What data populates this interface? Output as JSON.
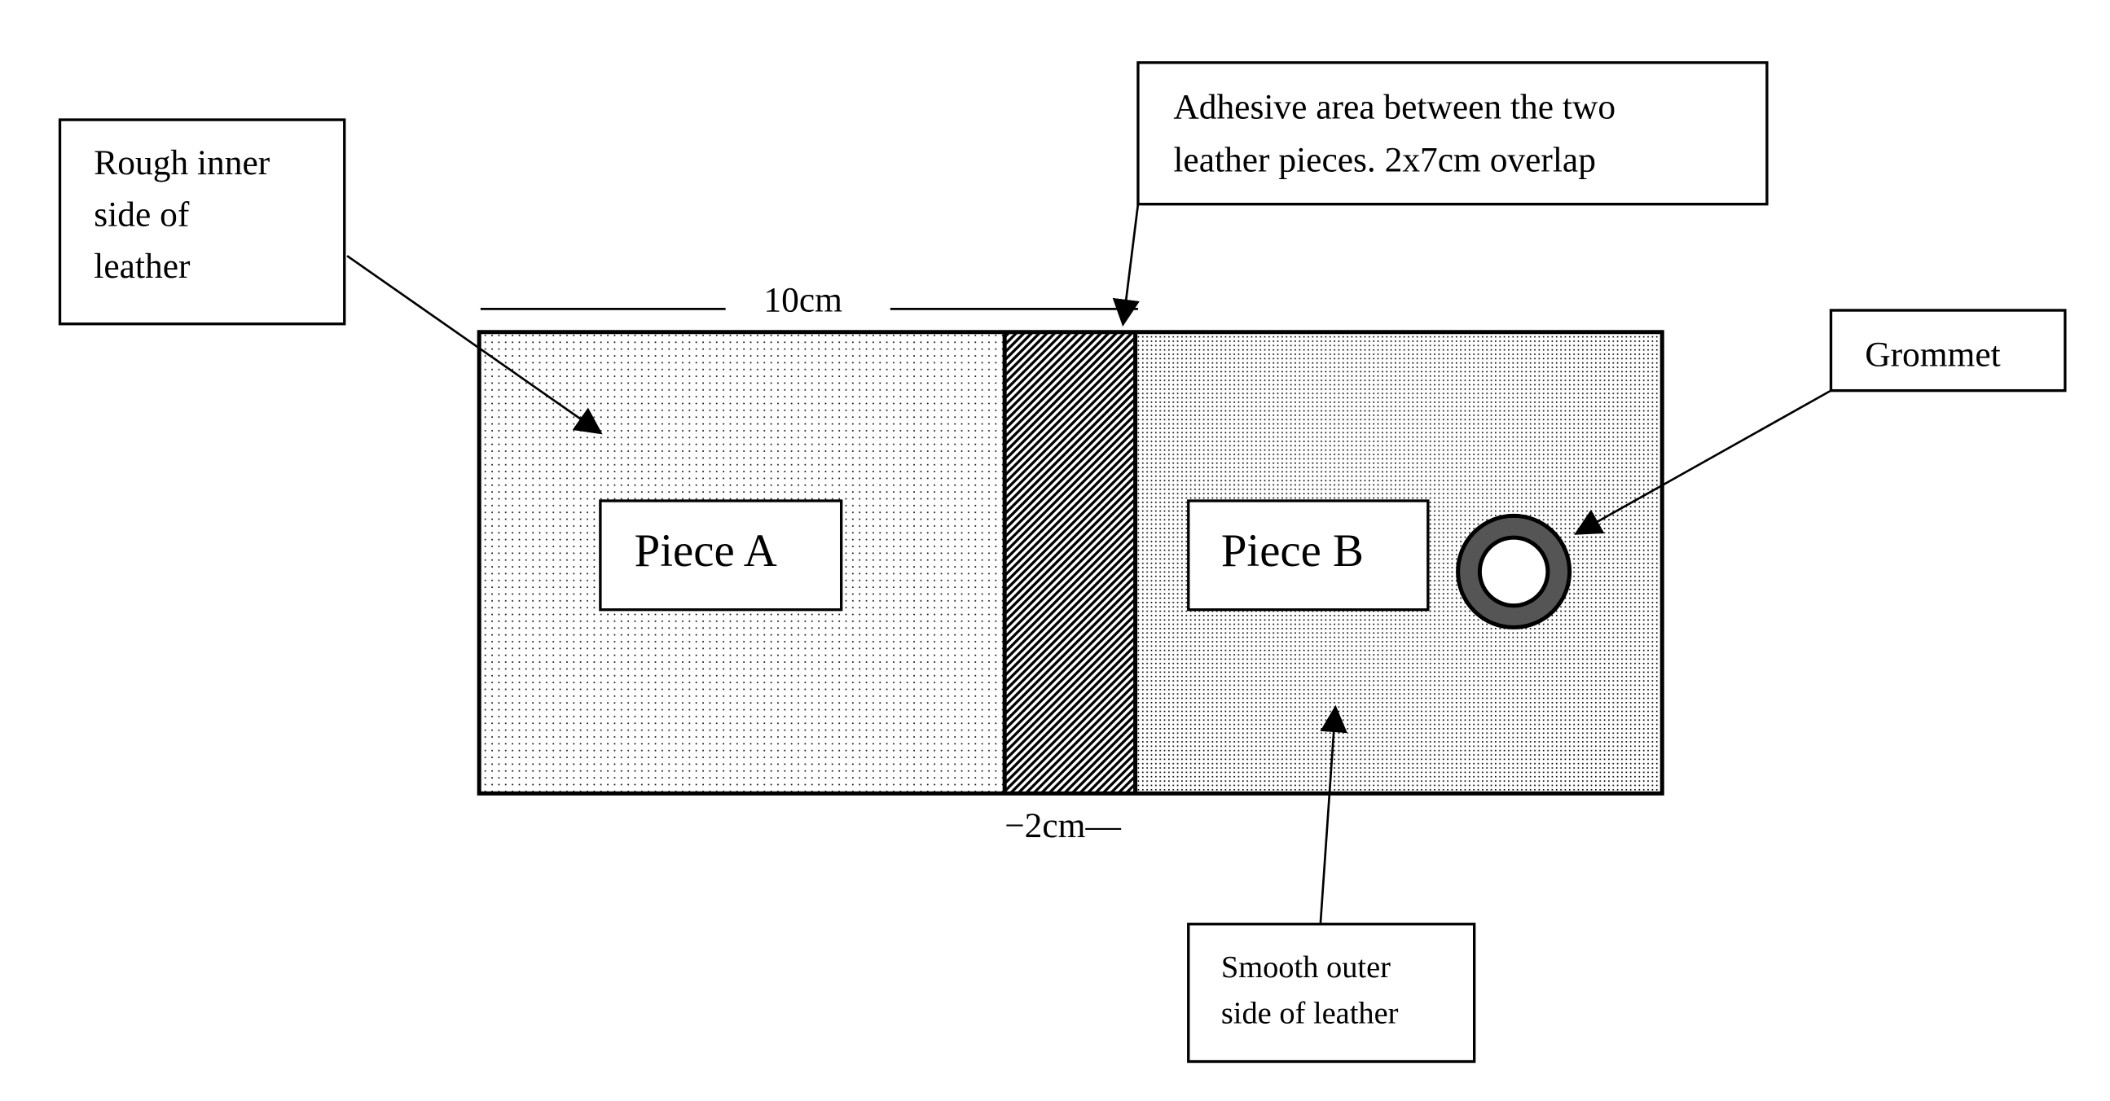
{
  "diagram": {
    "title": "Leather piece assembly with adhesive overlap and grommet",
    "labels": {
      "rough_side": [
        "Rough inner",
        "side of",
        "leather"
      ],
      "adhesive_area": [
        "Adhesive area between the two",
        "leather pieces. 2x7cm overlap"
      ],
      "grommet": "Grommet",
      "smooth_side": [
        "Smooth outer",
        "side of leather"
      ],
      "piece_a": "Piece A",
      "piece_b": "Piece B"
    },
    "dimensions": {
      "width_label": "10cm",
      "overlap_label": "−2cm—"
    },
    "colors": {
      "grommet_ring": "#555555",
      "outline": "#000000",
      "background": "#ffffff"
    }
  }
}
